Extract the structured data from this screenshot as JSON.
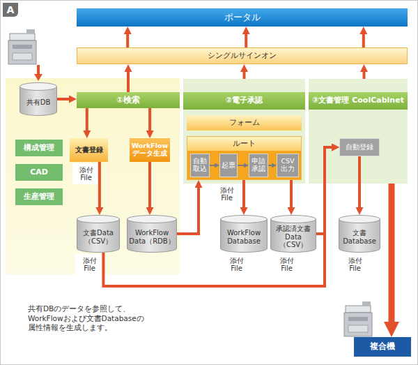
{
  "diagram": {
    "nodes": [
      {
        "text": [
          "ポータル"
        ]
      },
      {
        "text": [
          "シングルサインオン"
        ]
      },
      {
        "text": [
          "共有DB"
        ]
      },
      {
        "text": [
          "①検索"
        ]
      },
      {
        "text": [
          "構成管理"
        ]
      },
      {
        "text": [
          "CAD"
        ]
      },
      {
        "text": [
          "生産管理"
        ]
      },
      {
        "text": [
          "文書登録"
        ]
      },
      {
        "text": [
          "添付 File"
        ]
      },
      {
        "text": [
          "WorkFlow データ生成"
        ]
      },
      {
        "text": [
          "文書Data （CSV）"
        ]
      },
      {
        "text": [
          "WorkFlow Data（RDB）"
        ]
      },
      {
        "text": [
          "添付 File"
        ]
      },
      {
        "text": [
          "②電子承認"
        ]
      },
      {
        "text": [
          "フォーム"
        ],
        "in": 13
      },
      {
        "text": [
          "ルート"
        ],
        "in": 13
      },
      {
        "text": [
          "自動 取込"
        ],
        "in": 15
      },
      {
        "text": [
          "起票"
        ],
        "in": 15
      },
      {
        "text": [
          "申請 承認"
        ],
        "in": 15
      },
      {
        "text": [
          "CSV 出力"
        ],
        "in": 15
      },
      {
        "text": [
          "添付 File"
        ]
      },
      {
        "text": [
          "WorkFlow Database"
        ]
      },
      {
        "text": [
          "添付 File"
        ]
      },
      {
        "text": [
          "承認済文書 Data（CSV）"
        ]
      },
      {
        "text": [
          "添付 File"
        ]
      },
      {
        "text": [
          "③文書管理 CoolCabinet"
        ]
      },
      {
        "text": [
          "自動登録"
        ],
        "in": 25
      },
      {
        "text": [
          "文書 Database"
        ]
      },
      {
        "text": [
          "添付 File"
        ]
      },
      {
        "text": [
          "複合機"
        ]
      }
    ],
    "edges": [
      {
        "from": 1,
        "to": 0,
        "arrow": "to"
      },
      {
        "from": 1,
        "to": 0,
        "arrow": "to"
      },
      {
        "from": 1,
        "to": 0,
        "arrow": "to"
      },
      {
        "from": 3,
        "to": 1,
        "arrow": "to"
      },
      {
        "from": 13,
        "to": 1,
        "arrow": "to"
      },
      {
        "from": 25,
        "to": 1,
        "arrow": "to"
      },
      {
        "from": 2,
        "to": 3,
        "arrow": "to"
      },
      {
        "from": 3,
        "to": 7,
        "arrow": "to"
      },
      {
        "from": 3,
        "to": 9,
        "arrow": "to"
      },
      {
        "from": 7,
        "to": 10,
        "arrow": "to"
      },
      {
        "from": 9,
        "to": 11,
        "arrow": "to"
      },
      {
        "from": 11,
        "to": 15,
        "arrow": "to"
      },
      {
        "from": 16,
        "to": 17,
        "arrow": "to"
      },
      {
        "from": 17,
        "to": 18,
        "arrow": "to"
      },
      {
        "from": 18,
        "to": 19,
        "arrow": "to"
      },
      {
        "from": 15,
        "to": 21,
        "arrow": "to"
      },
      {
        "from": 15,
        "to": 23,
        "arrow": "to"
      },
      {
        "from": 23,
        "to": 26,
        "arrow": "to"
      },
      {
        "from": 10,
        "to": 26,
        "arrow": "to"
      },
      {
        "from": 26,
        "to": 27,
        "arrow": "to"
      },
      {
        "from": 25,
        "to": 29,
        "arrow": "to"
      }
    ],
    "labels": [
      "A",
      "共有DBのデータを参照して、 WorkFlowおよび文書Databaseの 属性情報を生成します。"
    ]
  }
}
